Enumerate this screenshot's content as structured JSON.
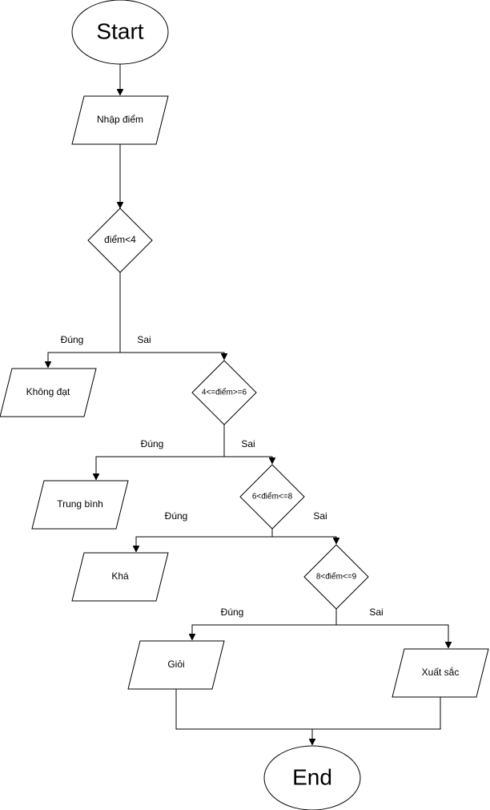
{
  "flowchart": {
    "start": "Start",
    "end": "End",
    "input": "Nhập điểm",
    "decisions": {
      "d1": "điểm<4",
      "d2": "4<=điểm>=6",
      "d3": "6<điểm<=8",
      "d4": "8<điểm<=9"
    },
    "outputs": {
      "khong_dat": "Không đạt",
      "trung_binh": "Trung bình",
      "kha": "Khá",
      "gioi": "Giỏi",
      "xuat_sac": "Xuất sắc"
    },
    "branch_labels": {
      "d1_yes": "Đúng",
      "d1_no": "Sai",
      "d2_yes": "Đúng",
      "d2_no": "Sai",
      "d3_yes": "Đúng",
      "d3_no": "Sai",
      "d4_yes": "Đúng",
      "d4_no": "Sai"
    }
  }
}
